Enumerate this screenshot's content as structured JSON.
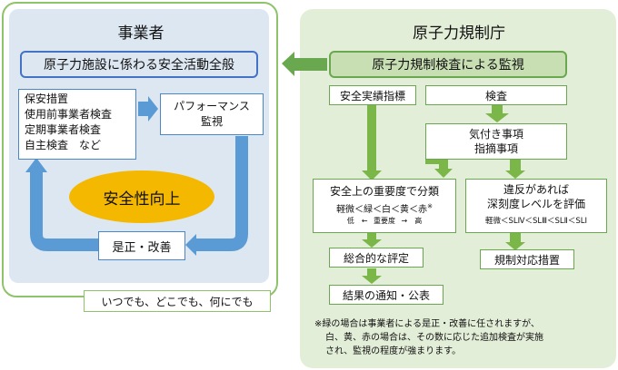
{
  "operator": {
    "title": "事業者",
    "banner": "原子力施設に係わる安全活動全般",
    "activities": [
      "保安措置",
      "使用前事業者検査",
      "定期事業者検査",
      "自主検査　など"
    ],
    "performance": [
      "パフォーマンス",
      "監視"
    ],
    "safety": "安全性向上",
    "correction": "是正・改善",
    "anytime": "いつでも、どこでも、何にでも"
  },
  "regulator": {
    "title": "原子力規制庁",
    "banner": "原子力規制検査による監視",
    "indicator": "安全実績指標",
    "inspection": "検査",
    "findings": [
      "気付き事項",
      "指摘事項"
    ],
    "importance": {
      "title": "安全上の重要度で分類",
      "scale": "軽微＜緑＜白＜黄＜赤",
      "scale_mark": "※",
      "axis_low": "低　←",
      "axis_mid": "重要度",
      "axis_high": "→　高"
    },
    "severity": {
      "line1": "違反があれば",
      "line2": "深刻度レベルを評価",
      "scale": "軽微＜SLⅣ＜SLⅢ＜SLⅡ＜SLⅠ"
    },
    "overall": "総合的な評定",
    "response": "規制対応措置",
    "notice": "結果の通知・公表",
    "note": [
      "※緑の場合は事業者による是正・改善に任されますが、",
      "白、黄、赤の場合は、その数に応じた追加検査が実施",
      "され、監視の程度が強まります。"
    ]
  }
}
